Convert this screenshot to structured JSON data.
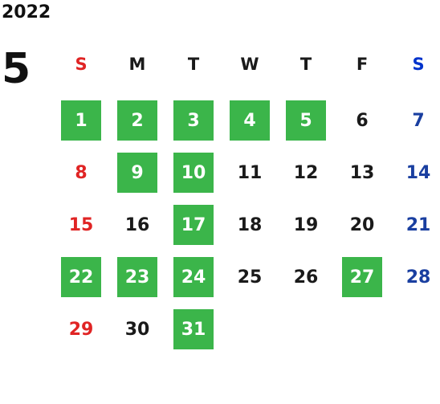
{
  "year": "2022",
  "month": "5",
  "colors": {
    "highlight": "#3bb54a",
    "sunday": "#e02424",
    "saturday": "#1a3fa0",
    "sunday_header": "#e02424",
    "saturday_header": "#0033cc"
  },
  "weekdays": [
    "S",
    "M",
    "T",
    "W",
    "T",
    "F",
    "S"
  ],
  "weeks": [
    [
      {
        "day": "1",
        "highlight": true
      },
      {
        "day": "2",
        "highlight": true
      },
      {
        "day": "3",
        "highlight": true
      },
      {
        "day": "4",
        "highlight": true
      },
      {
        "day": "5",
        "highlight": true
      },
      {
        "day": "6",
        "highlight": false
      },
      {
        "day": "7",
        "highlight": false
      }
    ],
    [
      {
        "day": "8",
        "highlight": false
      },
      {
        "day": "9",
        "highlight": true
      },
      {
        "day": "10",
        "highlight": true
      },
      {
        "day": "11",
        "highlight": false
      },
      {
        "day": "12",
        "highlight": false
      },
      {
        "day": "13",
        "highlight": false
      },
      {
        "day": "14",
        "highlight": false
      }
    ],
    [
      {
        "day": "15",
        "highlight": false
      },
      {
        "day": "16",
        "highlight": false
      },
      {
        "day": "17",
        "highlight": true
      },
      {
        "day": "18",
        "highlight": false
      },
      {
        "day": "19",
        "highlight": false
      },
      {
        "day": "20",
        "highlight": false
      },
      {
        "day": "21",
        "highlight": false
      }
    ],
    [
      {
        "day": "22",
        "highlight": true
      },
      {
        "day": "23",
        "highlight": true
      },
      {
        "day": "24",
        "highlight": true
      },
      {
        "day": "25",
        "highlight": false
      },
      {
        "day": "26",
        "highlight": false
      },
      {
        "day": "27",
        "highlight": true
      },
      {
        "day": "28",
        "highlight": false
      }
    ],
    [
      {
        "day": "29",
        "highlight": false
      },
      {
        "day": "30",
        "highlight": false
      },
      {
        "day": "31",
        "highlight": true
      }
    ]
  ]
}
